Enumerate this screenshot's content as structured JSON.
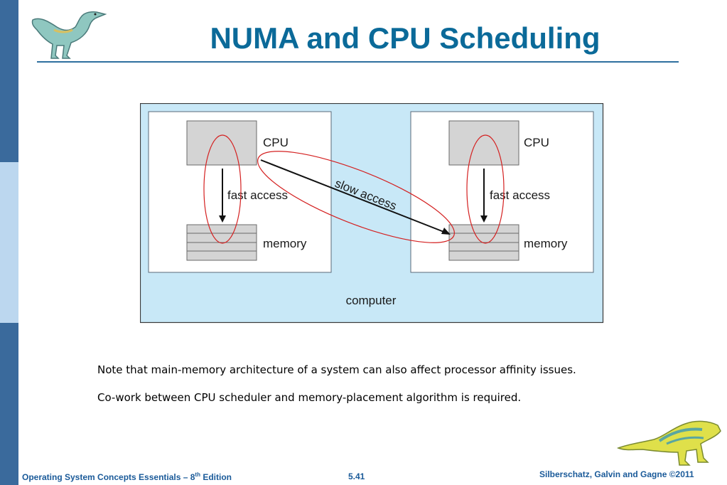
{
  "slide": {
    "title": "NUMA and CPU Scheduling",
    "notes": [
      "Note that main-memory architecture of a system can also affect processor affinity issues.",
      "Co-work between CPU scheduler and memory-placement algorithm is required."
    ]
  },
  "diagram": {
    "left_node": {
      "cpu_label": "CPU",
      "memory_label": "memory",
      "access_label": "fast access"
    },
    "right_node": {
      "cpu_label": "CPU",
      "memory_label": "memory",
      "access_label": "fast access"
    },
    "cross_label": "slow access",
    "container_label": "computer"
  },
  "footer": {
    "book": "Operating System Concepts Essentials – 8",
    "sup": "th",
    "edition": " Edition",
    "page": "5.41",
    "copyright": "Silberschatz, Galvin and Gagne ©2011"
  },
  "colors": {
    "accent": "#0b6a99",
    "sidebar_dark": "#3a6a9c",
    "sidebar_light": "#bcd7ef",
    "diagram_bg": "#c8e8f7",
    "highlight": "#d42020"
  }
}
